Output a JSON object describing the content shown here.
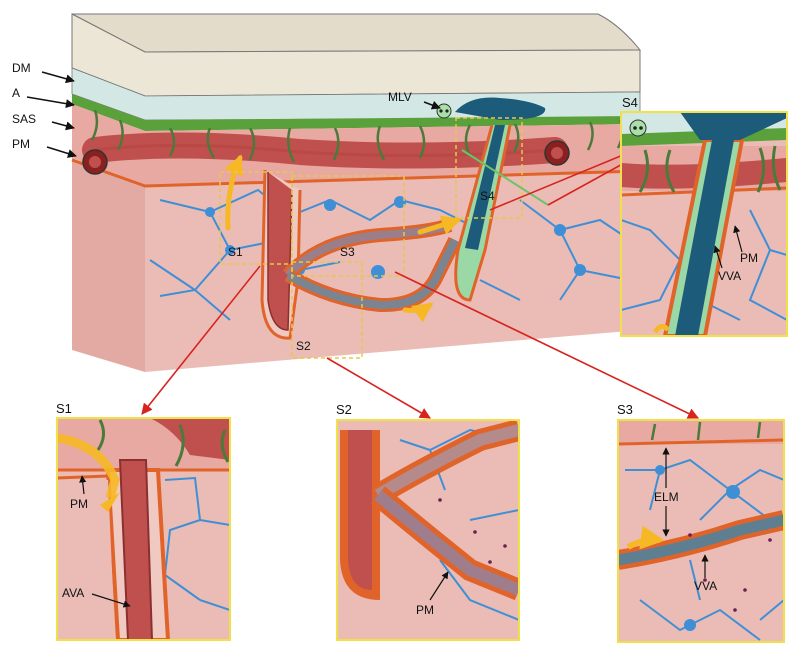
{
  "layer_labels": {
    "dm": "DM",
    "a": "A",
    "sas": "SAS",
    "pm": "PM"
  },
  "main_labels": {
    "mlv": "MLV",
    "s1": "S1",
    "s2": "S2",
    "s3": "S3",
    "s4": "S4"
  },
  "panels": {
    "s1": {
      "title": "S1",
      "labels": [
        "PM",
        "AVA"
      ]
    },
    "s2": {
      "title": "S2",
      "labels": [
        "PM"
      ]
    },
    "s3": {
      "title": "S3",
      "labels": [
        "ELM",
        "VVA"
      ]
    },
    "s4": {
      "title": "S4",
      "labels": [
        "PM",
        "VVA"
      ]
    }
  },
  "colors": {
    "dura": "#ece6d6",
    "arachnoid": "#d3e8e4",
    "green_layer": "#5aa13b",
    "brain": "#ebbcb5",
    "artery": "#c0504d",
    "vein": "#1d5b7a",
    "astrocyte": "#3f8fd6",
    "pia": "#e0642a",
    "flow_arrow": "#f6b825",
    "callout_arrow": "#d8231f",
    "inset_border": "#f0e04a"
  }
}
